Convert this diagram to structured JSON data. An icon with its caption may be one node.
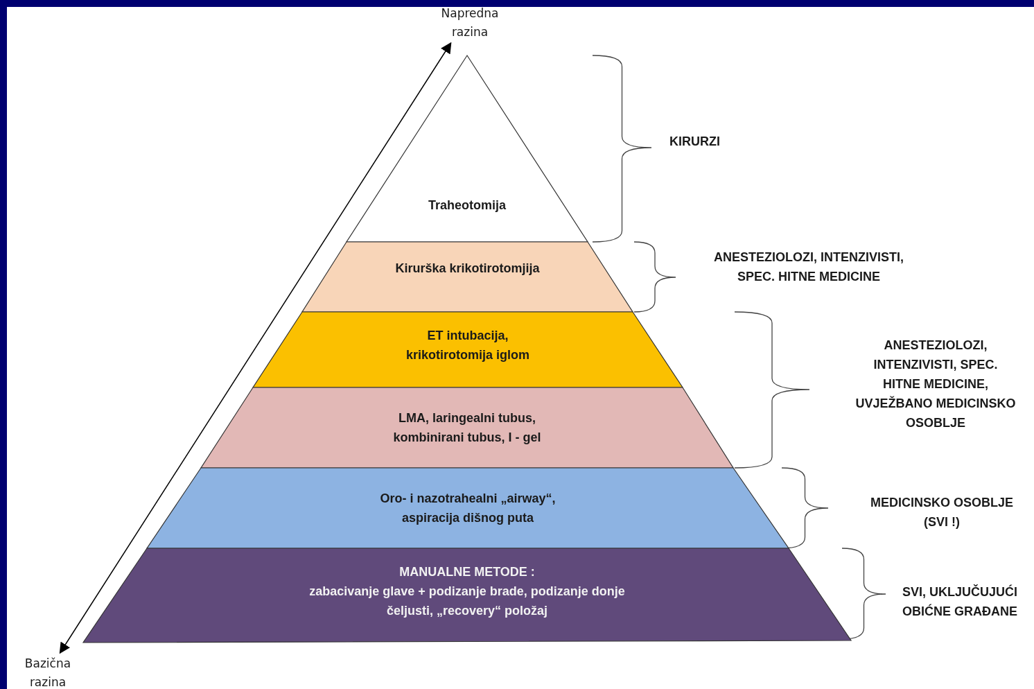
{
  "diagram": {
    "nodes": [
      {
        "text": [
          "Napredna razina"
        ]
      },
      {
        "text": [
          "Traheotomija"
        ]
      },
      {
        "text": [
          "Kirurška krikotirotomjija"
        ]
      },
      {
        "text": [
          "ET intubacija, krikotirotomija iglom"
        ]
      },
      {
        "text": [
          "LMA, laringealni tubus, kombinirani tubus, I - gel"
        ]
      },
      {
        "text": [
          "Oro- i nazotrahealni „airway“, aspiracija dišnog puta"
        ]
      },
      {
        "text": [
          "MANUALNE METODE :",
          "zabacivanje glave + podizanje brade, podizanje donje čeljusti, „recovery“ položaj"
        ]
      },
      {
        "text": [
          "Bazična razina"
        ]
      }
    ],
    "edges": [
      {
        "from": 7,
        "to": 0,
        "arrow": "both"
      }
    ],
    "labels": [
      "KIRURZI",
      "ANESTEZIOLOZI, INTENZIVISTI, SPEC. HITNE MEDICINE",
      "ANESTEZIOLOZI, INTENZIVISTI, SPEC. HITNE MEDICINE, UVJEŽBANO MEDICINSKO OSOBLJE",
      "MEDICINSKO OSOBLJE (SVI !)",
      "SVI, UKLJUČUJUĆI OBIĆNE GRAĐANE"
    ]
  }
}
